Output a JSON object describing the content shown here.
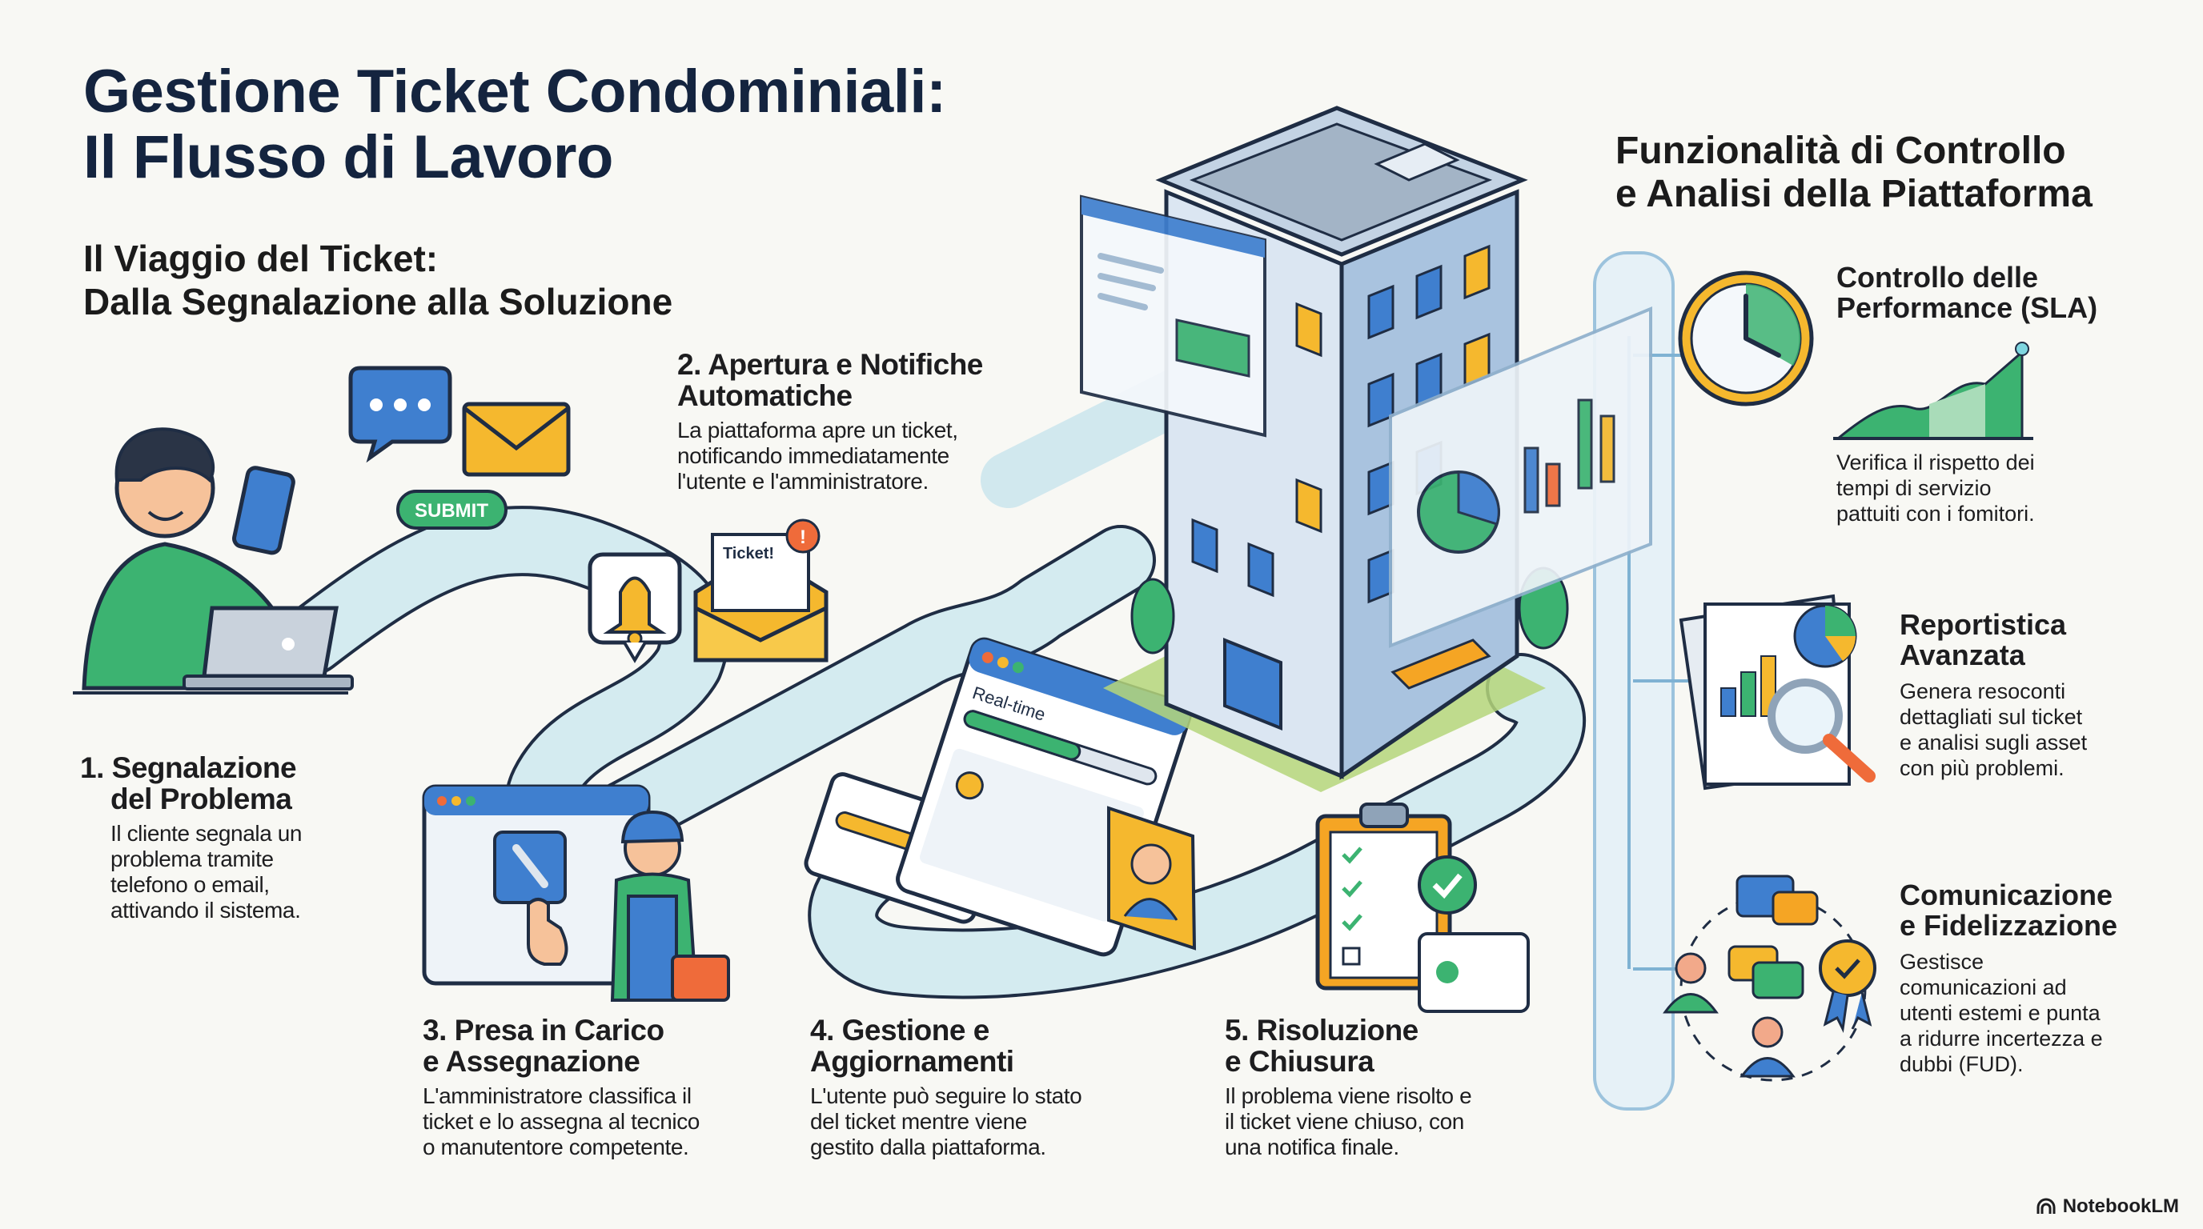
{
  "header": {
    "title_line1": "Gestione Ticket Condominiali:",
    "title_line2": "Il Flusso di Lavoro",
    "subtitle_line1": "Il Viaggio del Ticket:",
    "subtitle_line2": "Dalla Segnalazione alla Soluzione"
  },
  "illustration_labels": {
    "submit": "SUBMIT",
    "ticket": "Ticket!",
    "ticket_badge": "!",
    "realtime": "Real-time"
  },
  "steps": [
    {
      "title_line1": "1. Segnalazione",
      "title_line2": "del Problema",
      "body": [
        "Il cliente segnala un",
        "problema tramite",
        "telefono o email,",
        "attivando il sistema."
      ]
    },
    {
      "title_line1": "2. Apertura e Notifiche",
      "title_line2": "Automatiche",
      "body": [
        "La piattaforma apre un ticket,",
        "notificando immediatamente",
        "l'utente e l'amministratore."
      ]
    },
    {
      "title_line1": "3. Presa in Carico",
      "title_line2": "e Assegnazione",
      "body": [
        "L'amministratore classifica il",
        "ticket e lo assegna al tecnico",
        "o manutentore competente."
      ]
    },
    {
      "title_line1": "4. Gestione e",
      "title_line2": "Aggiornamenti",
      "body": [
        "L'utente può seguire lo stato",
        "del ticket mentre viene",
        "gestito dalla piattaforma."
      ]
    },
    {
      "title_line1": "5. Risoluzione",
      "title_line2": "e Chiusura",
      "body": [
        "Il problema viene risolto e",
        "il ticket viene chiuso, con",
        "una notifica finale."
      ]
    }
  ],
  "features": {
    "title_line1": "Funzionalità di Controllo",
    "title_line2": "e Analisi della Piattaforma",
    "items": [
      {
        "title_line1": "Controllo delle",
        "title_line2": "Performance (SLA)",
        "icon": "clock-icon",
        "body": [
          "Verifica il rispetto dei",
          "tempi di servizio",
          "pattuiti con i fomitori."
        ]
      },
      {
        "title_line1": "Reportistica",
        "title_line2": "Avanzata",
        "icon": "report-magnifier-icon",
        "body": [
          "Genera resoconti",
          "dettagliati sul ticket",
          "e analisi sugli asset",
          "con più problemi."
        ]
      },
      {
        "title_line1": "Comunicazione",
        "title_line2": "e Fidelizzazione",
        "icon": "community-chat-icon",
        "body": [
          "Gestisce",
          "comunicazioni ad",
          "utenti estemi e punta",
          "a ridurre incertezza e",
          "dubbi (FUD)."
        ]
      }
    ]
  },
  "footer": {
    "brand": "NotebookLM"
  },
  "colors": {
    "navy": "#14243f",
    "path": "#d4ebf0",
    "blue": "#3f7fcf",
    "green": "#3cb371",
    "yellow": "#f5b82e",
    "orange": "#ef6b3a",
    "outline": "#1f2d44"
  }
}
